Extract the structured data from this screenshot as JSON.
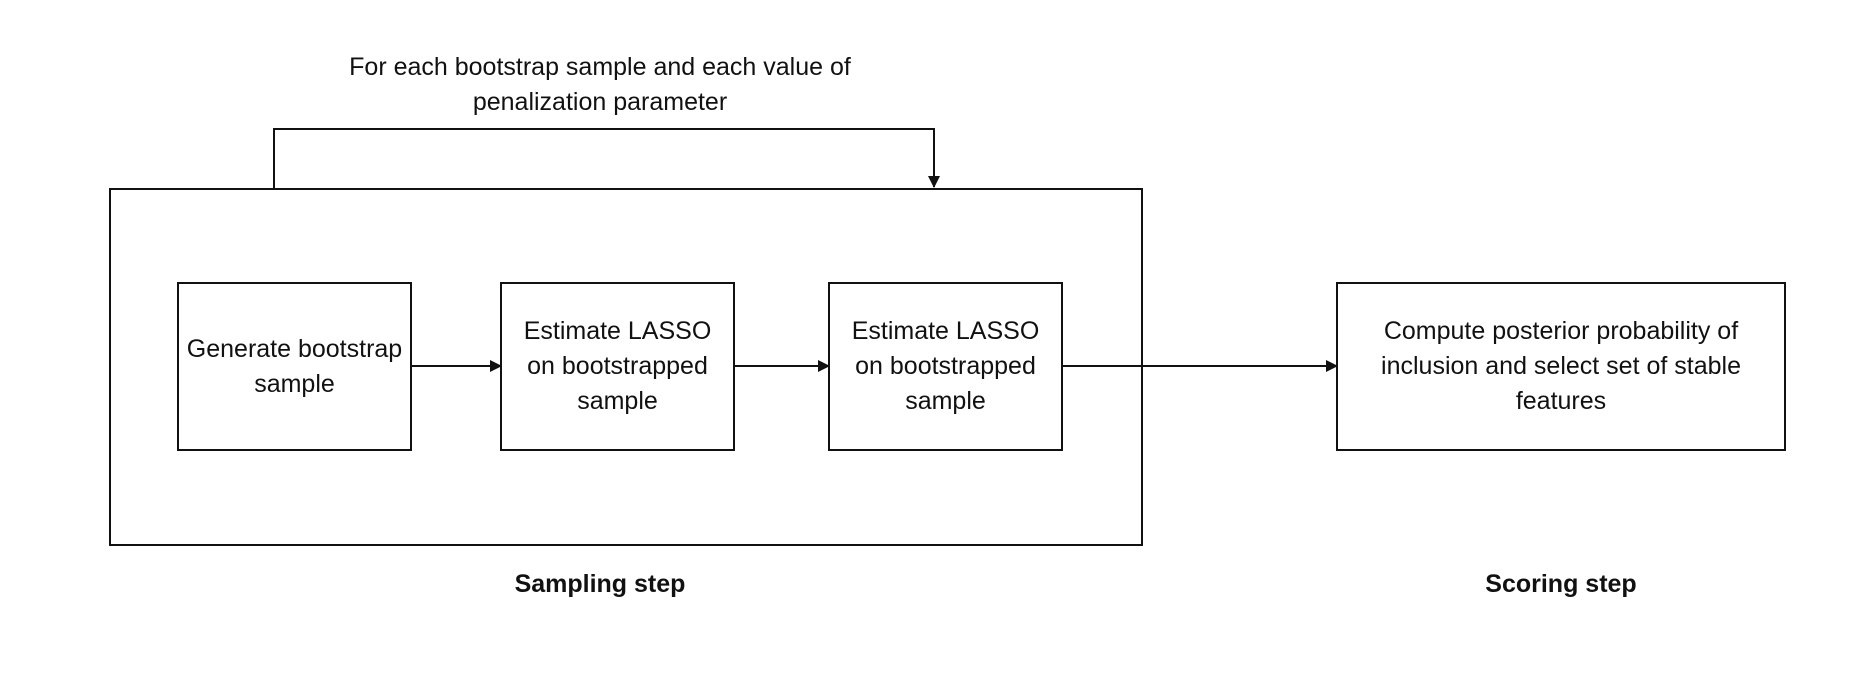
{
  "loop_caption": "For each bootstrap sample and each value of penalization parameter",
  "nodes": {
    "generate": "Generate bootstrap sample",
    "estimate_1": "Estimate LASSO on bootstrapped sample",
    "estimate_2": "Estimate LASSO on bootstrapped sample",
    "compute": "Compute posterior probability of inclusion and select set of stable features"
  },
  "steps": {
    "sampling": "Sampling step",
    "scoring": "Scoring step"
  }
}
